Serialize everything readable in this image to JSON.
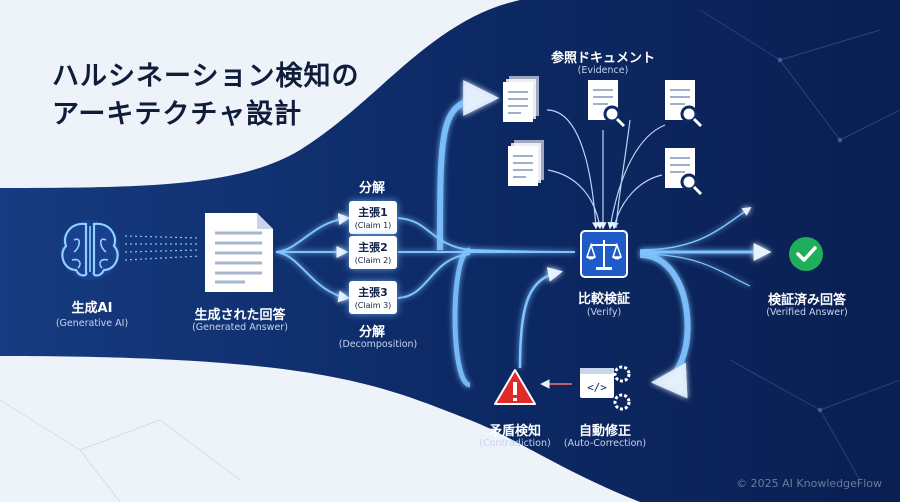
{
  "title": {
    "line1": "ハルシネーション検知の",
    "line2": "アーキテクチャ設計"
  },
  "nodes": {
    "generative_ai": {
      "label": "生成AI",
      "sub": "(Generative AI)"
    },
    "generated_answer": {
      "label": "生成された回答",
      "sub": "(Generated Answer)"
    },
    "decomposition_top": {
      "label": "分解"
    },
    "decomposition_bottom": {
      "label": "分解",
      "sub": "(Decomposition)"
    },
    "claims": [
      {
        "label": "主張1",
        "sub": "(Claim 1)"
      },
      {
        "label": "主張2",
        "sub": "(Claim 2)"
      },
      {
        "label": "主張3",
        "sub": "(Claim 3)"
      }
    ],
    "evidence": {
      "label": "参照ドキュメント",
      "sub": "(Evidence)"
    },
    "verify": {
      "label": "比較検証",
      "sub": "(Verify)"
    },
    "verified_answer": {
      "label": "検証済み回答",
      "sub": "(Verified Answer)"
    },
    "contradiction": {
      "label": "矛盾検知",
      "sub": "(Contradiction)"
    },
    "auto_correction": {
      "label": "自動修正",
      "sub": "(Auto-Correction)"
    }
  },
  "footer": {
    "copyright": "© 2025 AI KnowledgeFlow"
  },
  "colors": {
    "navy": "#0d2a66",
    "glow": "#7fc4ff",
    "check": "#1fae5b",
    "warning": "#e02a2a"
  }
}
